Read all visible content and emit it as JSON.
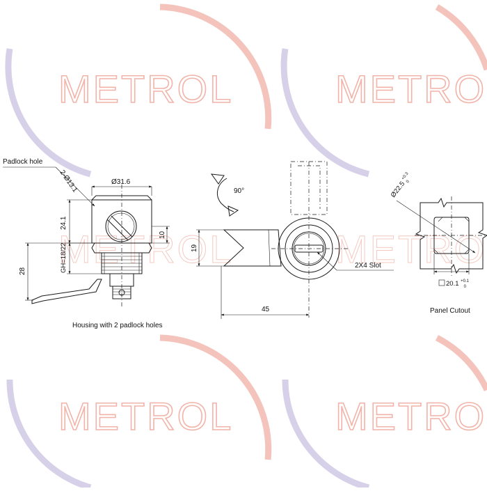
{
  "watermark": {
    "text": "METROL"
  },
  "left_view": {
    "padlock_label": "Padlock hole",
    "holes_dim": "2-Ø13.1",
    "diameter_dim": "Ø31.6",
    "height_dim": "24.1",
    "offset_dim": "10",
    "gh_dim": "GH=18/22",
    "overall_dim": "28",
    "caption": "Housing with 2 padlock holes"
  },
  "middle_view": {
    "rotation": "90°",
    "cam_width_dim": "19",
    "length_dim": "45",
    "slot_label": "2X4 Slot"
  },
  "right_view": {
    "diameter_main": "Ø22.5",
    "diameter_tol_upper": "+0.3",
    "diameter_tol_lower": "0",
    "square_main": "20.1",
    "square_tol_upper": "+0.1",
    "square_tol_lower": "0",
    "caption": "Panel Cutout"
  }
}
